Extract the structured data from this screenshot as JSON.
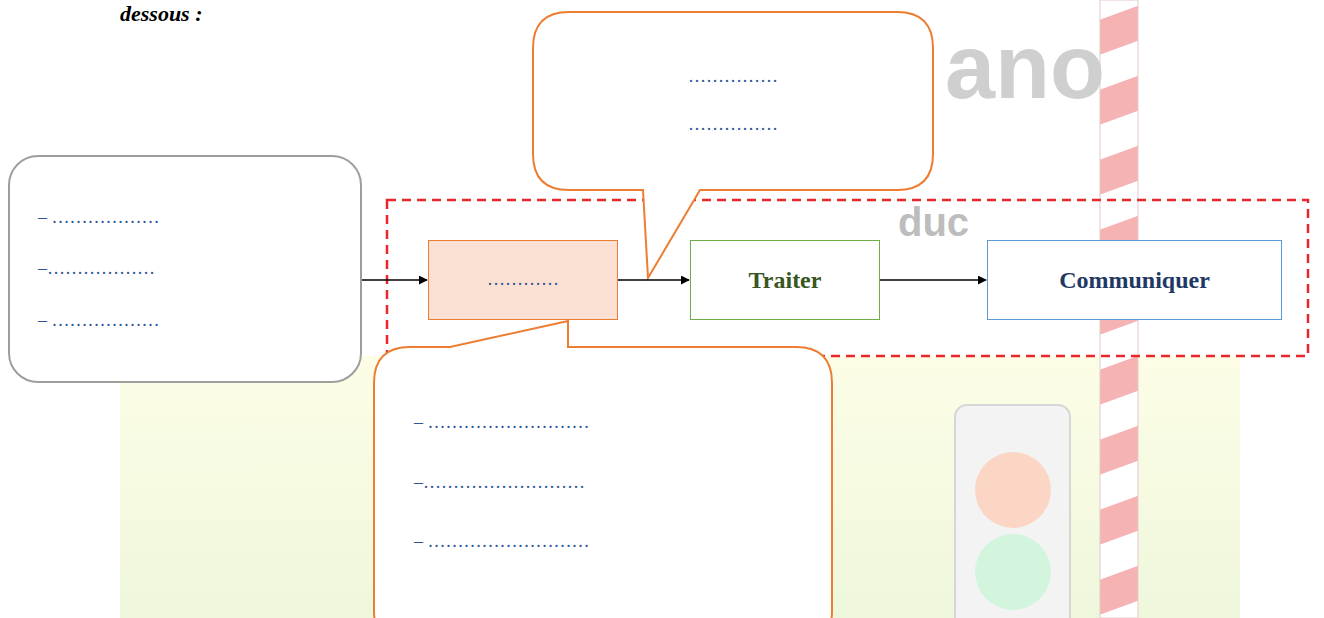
{
  "diagram": {
    "nodes": [
      {
        "text": [
          "……………",
          "……………"
        ]
      },
      {
        "text": [
          "– ………………",
          "–………………",
          "– ………………"
        ]
      },
      {
        "text": [
          "…………"
        ]
      },
      {
        "text": [
          "Traiter"
        ]
      },
      {
        "text": [
          "Communiquer"
        ]
      },
      {
        "text": [
          "– ………………………",
          "–………………………",
          "– ………………………"
        ]
      }
    ],
    "edges": [
      {
        "from": 1,
        "to": 2,
        "arrow": "to"
      },
      {
        "from": 2,
        "to": 3,
        "arrow": "to"
      },
      {
        "from": 3,
        "to": 4,
        "arrow": "to"
      }
    ],
    "labels": [
      "dessous :",
      "ano",
      "duc"
    ]
  }
}
